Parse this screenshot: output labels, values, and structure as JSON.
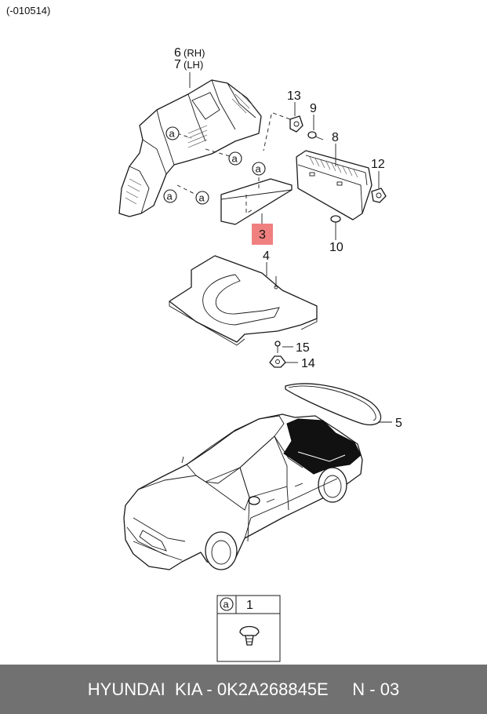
{
  "header_code": "(-010514)",
  "callouts": {
    "p6": "6",
    "p6_side": "(RH)",
    "p7": "7",
    "p7_side": "(LH)",
    "p13": "13",
    "p9": "9",
    "p8": "8",
    "p12": "12",
    "p3": "3",
    "p10": "10",
    "p4": "4",
    "p15": "15",
    "p14": "14",
    "p5": "5"
  },
  "ref_letter": "a",
  "legend": {
    "letter": "a",
    "number": "1"
  },
  "highlight_color": "#f08080",
  "footer": {
    "brand": "HYUNDAI",
    "brand2": "KIA - ",
    "part_number": "0K2A268845E",
    "page": "N - 03"
  }
}
